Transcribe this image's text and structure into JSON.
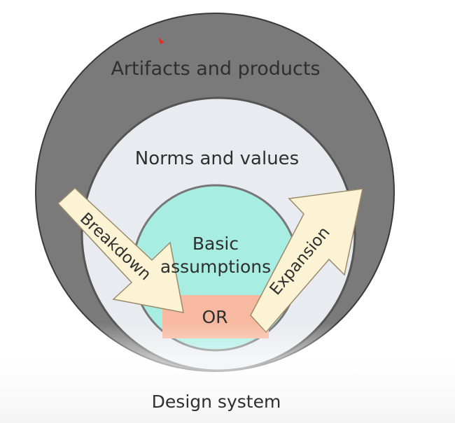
{
  "layers": {
    "outer": {
      "label": "Artifacts and products",
      "color": "#7a7a7a"
    },
    "middle": {
      "label": "Norms and values",
      "color": "#e8ebef"
    },
    "inner": {
      "label_line1": "Basic",
      "label_line2": "assumptions",
      "color": "#a8ede2"
    }
  },
  "center_box": {
    "label": "OR",
    "color": "#f7b9a0"
  },
  "arrows": {
    "left": {
      "label": "Breakdown",
      "color": "#fbf3d3"
    },
    "right": {
      "label": "Expansion",
      "color": "#fbf3d3"
    }
  },
  "footer": {
    "label": "Design system"
  }
}
